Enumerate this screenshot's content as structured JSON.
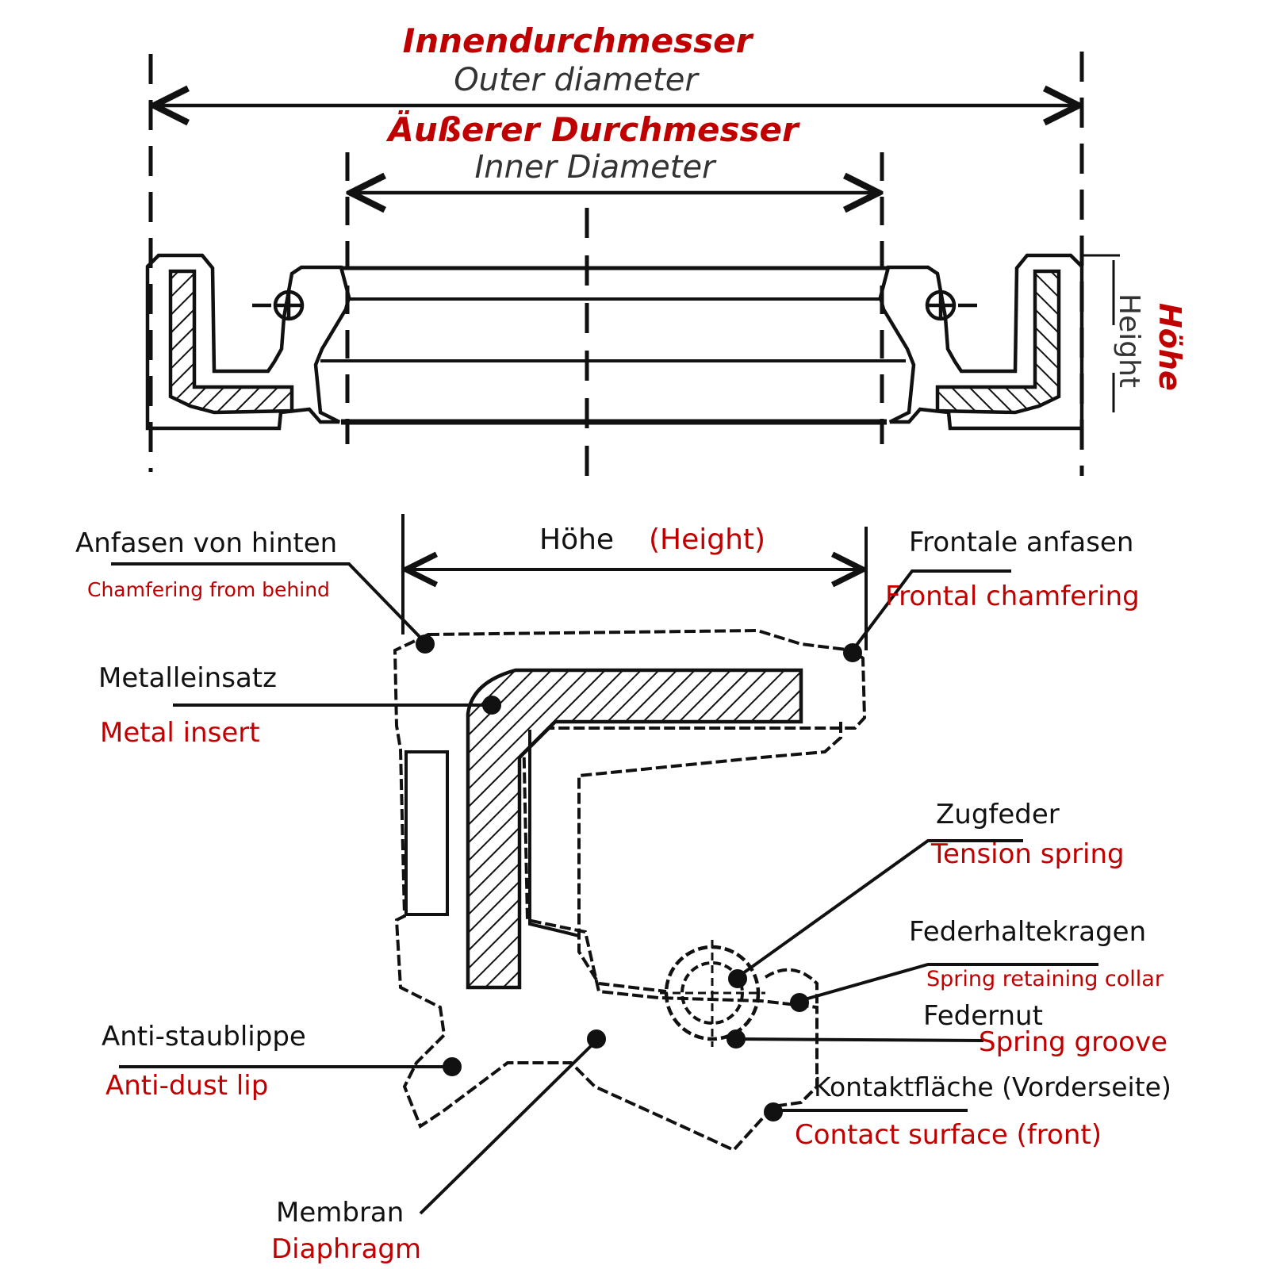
{
  "colors": {
    "ink": "#111111",
    "accent_red": "#c00000",
    "dim_gray": "#333333",
    "hatch": "#111111"
  },
  "top_view": {
    "outer_dim": {
      "de": "Innendurchmesser",
      "en": "Outer diameter"
    },
    "inner_dim": {
      "de": "Äußerer Durchmesser",
      "en": "Inner Diameter"
    },
    "height_dim": {
      "de": "Höhe",
      "en": "Height"
    }
  },
  "section_view": {
    "height_dim": {
      "de": "Höhe",
      "en": "(Height)"
    },
    "callouts": {
      "back_chamfer": {
        "de": "Anfasen von hinten",
        "en": "Chamfering from behind"
      },
      "front_chamfer": {
        "de": "Frontale anfasen",
        "en": "Frontal chamfering"
      },
      "metal_insert": {
        "de": "Metalleinsatz",
        "en": "Metal insert"
      },
      "tension_spring": {
        "de": "Zugfeder",
        "en": "Tension spring"
      },
      "spring_collar": {
        "de": "Federhaltekragen",
        "en": "Spring retaining collar"
      },
      "spring_groove": {
        "de": "Federnut",
        "en": "Spring groove"
      },
      "contact_surface": {
        "de": "Kontaktfläche (Vorderseite)",
        "en": "Contact surface (front)"
      },
      "anti_dust_lip": {
        "de": "Anti-staublippe",
        "en": "Anti-dust lip"
      },
      "diaphragm": {
        "de": "Membran",
        "en": "Diaphragm"
      }
    }
  }
}
